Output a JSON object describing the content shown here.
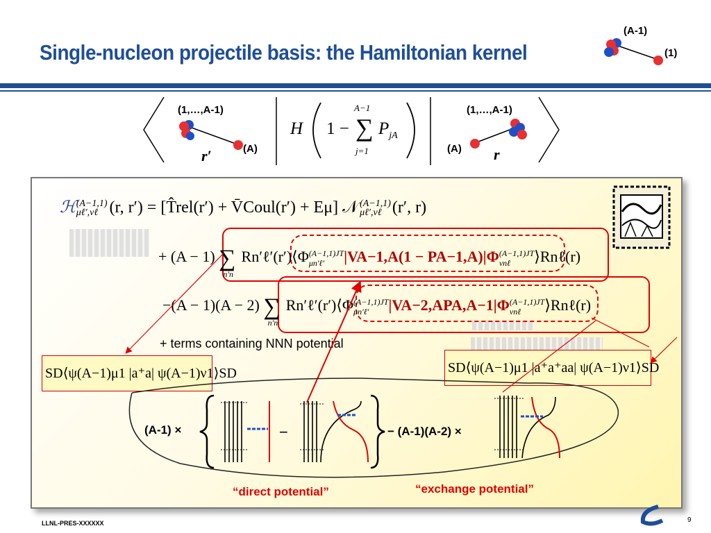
{
  "slide": {
    "title": "Single-nucleon projectile basis: the Hamiltonian kernel",
    "footer": "LLNL-PRES-XXXXXX",
    "page_number": "9"
  },
  "corner_diagram": {
    "cluster_label": "(A-1)",
    "nucleon_label": "(1)"
  },
  "bra_ket": {
    "left_cluster_label": "(1,…,A-1)",
    "left_nucleon_label": "(A)",
    "left_coord": "r′",
    "right_cluster_label": "(1,…,A-1)",
    "right_nucleon_label": "(A)",
    "right_coord": "r",
    "operator": "H",
    "operator_one": "1 −",
    "sum_upper": "A−1",
    "sum_lower": "j=1",
    "projector": "P",
    "projector_sub": "jA"
  },
  "equations": {
    "lhs": "(r, r′) = [T̂rel(r′) + V̄Coul(r′) + Eμ] 𝒩",
    "lhs_tail": "(r′, r)",
    "line2_prefix": "+ (A − 1)",
    "line2_body": "Rn′ℓ′(r′)⟨Φ",
    "line2_op": "|VA−1,A(1 − PA−1,A)|Φ",
    "line2_tail": "⟩Rnℓ(r)",
    "line3_prefix": "−(A − 1)(A − 2)",
    "line3_body": "Rn′ℓ′(r′)⟨Φ",
    "line3_op": "|VA−2,APA,A−1|Φ",
    "line3_tail": "⟩Rnℓ(r)",
    "sum_index": "n′n"
  },
  "terms_note": "+ terms containing NNN potential",
  "sd_left": "SD⟨ψ(A−1)μ1 |a⁺a| ψ(A−1)ν1⟩SD",
  "sd_right": "SD⟨ψ(A−1)μ1 |a⁺a⁺aa| ψ(A−1)ν1⟩SD",
  "diagram": {
    "factor_left": "(A-1) ×",
    "minus": "−",
    "factor_right": "− (A-1)(A-2) ×",
    "direct_caption": "“direct potential”",
    "exchange_caption": "“exchange potential”"
  },
  "colors": {
    "title_blue": "#1f4e96",
    "accent_red": "#e00000",
    "proton_red": "#e83030",
    "neutron_blue": "#1f4fc8"
  }
}
